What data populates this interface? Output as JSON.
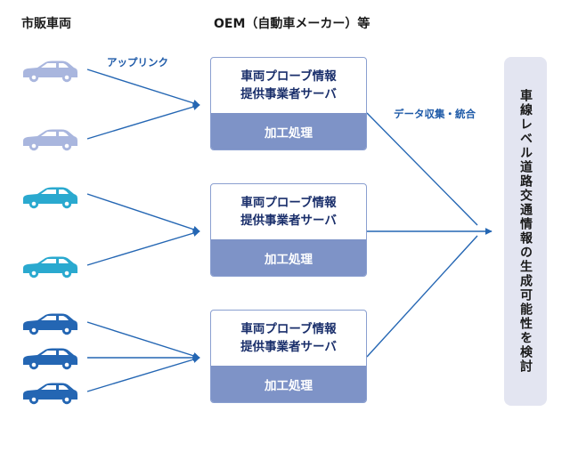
{
  "headers": {
    "vehicles": "市販車両",
    "oem": "OEM（自動車メーカー）等"
  },
  "edge_labels": {
    "uplink": "アップリンク",
    "collect": "データ収集・統合"
  },
  "servers": [
    {
      "line1": "車両プローブ情報",
      "line2": "提供事業者サーバ",
      "processing": "加工処理"
    },
    {
      "line1": "車両プローブ情報",
      "line2": "提供事業者サーバ",
      "processing": "加工処理"
    },
    {
      "line1": "車両プローブ情報",
      "line2": "提供事業者サーバ",
      "processing": "加工処理"
    }
  ],
  "result": "車線レベル道路交通情報の生成可能性を検討",
  "colors": {
    "car_group_1": "#a9b6de",
    "car_group_2": "#2aa9cf",
    "car_group_3": "#2466b3",
    "arrow": "#2466b3",
    "server_border": "#8a9fd0",
    "server_band": "#7e93c7",
    "panel_bg": "#e3e5f1"
  },
  "icons": {
    "car": "car-icon"
  }
}
